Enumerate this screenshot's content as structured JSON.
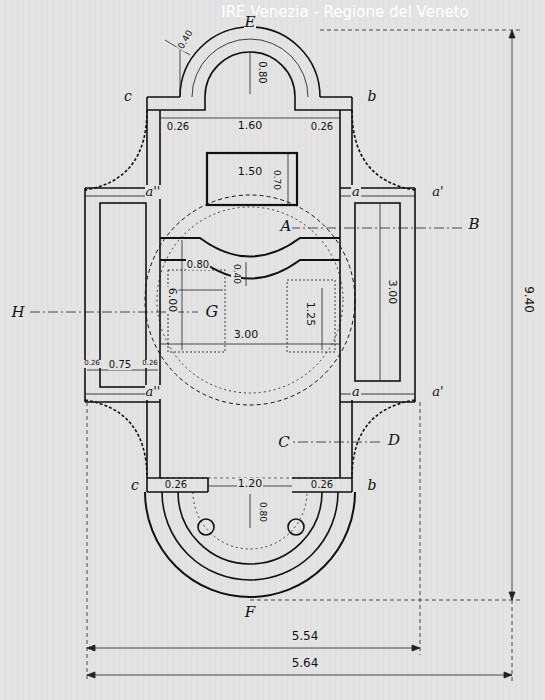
{
  "diagram": {
    "labels": [
      "IRE Venezia - Regione del Veneto",
      "E",
      "0.40",
      "0.80",
      "c",
      "0.26",
      "1.60",
      "0.26",
      "b",
      "1.50",
      "0.70",
      "a''",
      "a",
      "a'",
      "A",
      "B",
      "0.40",
      "0.80",
      "G",
      "H",
      "6.00",
      "1.25",
      "3.00",
      "3.00",
      "0.26",
      "0.75",
      "0.26",
      "a''",
      "a",
      "a'",
      "C",
      "D",
      "c",
      "0.26",
      "1.20",
      "0.26",
      "b",
      "0.80",
      "F",
      "9.40",
      "5.54",
      "5.64"
    ]
  }
}
